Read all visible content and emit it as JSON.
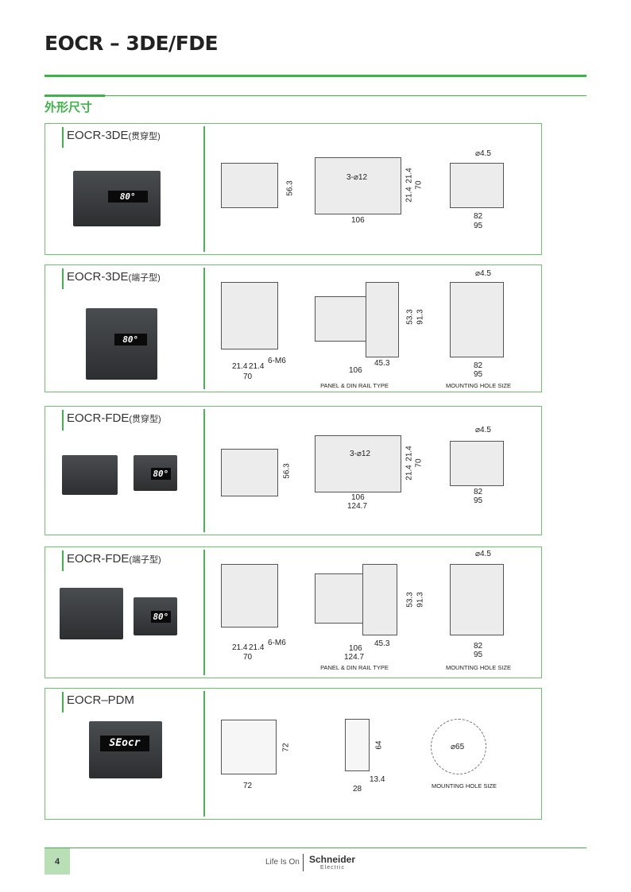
{
  "header": {
    "title": "EOCR – 3DE/FDE",
    "section_heading": "外形尺寸"
  },
  "sections": [
    {
      "title": "EOCR-3DE",
      "type": "(贯穿型)",
      "display": "80°",
      "dims": [
        "56.3",
        "3-⌀12",
        "21.4",
        "21.4",
        "70",
        "106",
        "⌀4.5",
        "82",
        "95"
      ],
      "captions": []
    },
    {
      "title": "EOCR-3DE",
      "type": "(端子型)",
      "display": "80°",
      "dims": [
        "6-M6",
        "21.4",
        "21.4",
        "70",
        "53.3",
        "91.3",
        "45.3",
        "106",
        "⌀4.5",
        "82",
        "95"
      ],
      "captions": [
        "PANEL & DIN RAIL TYPE",
        "MOUNTING HOLE SIZE"
      ]
    },
    {
      "title": "EOCR-FDE",
      "type": "(贯穿型)",
      "display": "80°",
      "dims": [
        "56.3",
        "3-⌀12",
        "21.4",
        "21.4",
        "70",
        "106",
        "124.7",
        "⌀4.5",
        "82",
        "95"
      ],
      "captions": []
    },
    {
      "title": "EOCR-FDE",
      "type": "(端子型)",
      "display": "80°",
      "dims": [
        "6-M6",
        "21.4",
        "21.4",
        "70",
        "53.3",
        "91.3",
        "45.3",
        "106",
        "124.7",
        "⌀4.5",
        "82",
        "95"
      ],
      "captions": [
        "PANEL & DIN RAIL TYPE",
        "MOUNTING HOLE SIZE"
      ]
    },
    {
      "title": "EOCR–PDM",
      "type": "",
      "display": "SEocr",
      "dims": [
        "72",
        "72",
        "64",
        "13.4",
        "28",
        "⌀65"
      ],
      "captions": [
        "MOUNTING HOLE SIZE"
      ]
    }
  ],
  "footer": {
    "page": "4",
    "tagline": "Life Is On",
    "brand": "Schneider",
    "brand_sub": "Electric"
  }
}
